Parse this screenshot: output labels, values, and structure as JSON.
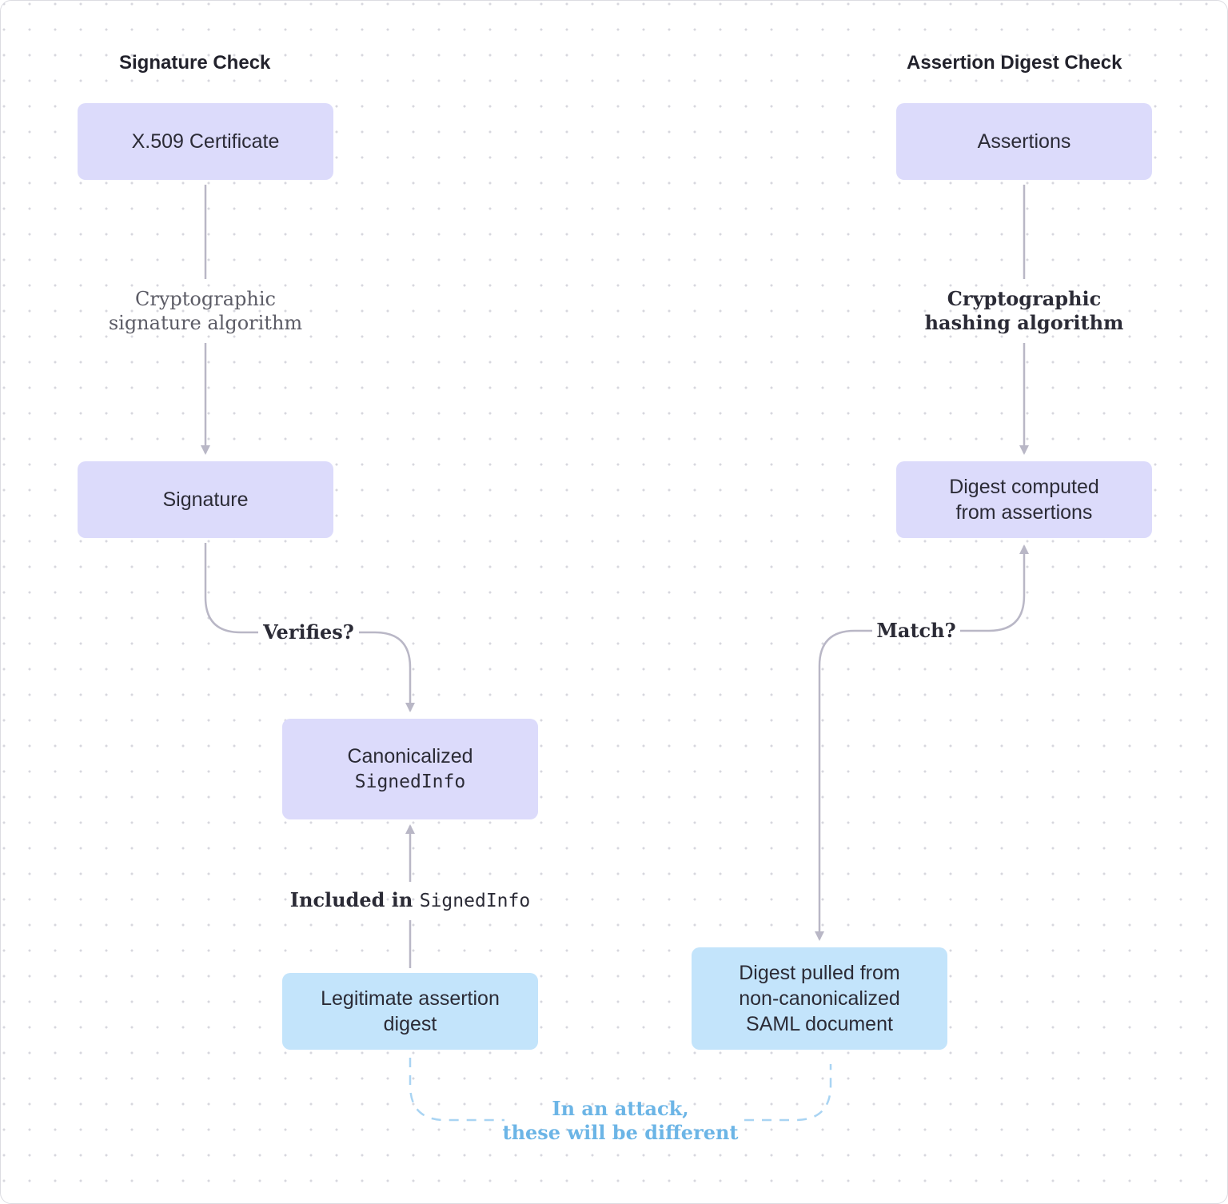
{
  "headings": {
    "left": "Signature Check",
    "right": "Assertion Digest Check"
  },
  "nodes": {
    "certificate": "X.509 Certificate",
    "signature": "Signature",
    "canonicalized": {
      "line1": "Canonicalized",
      "line2": "SignedInfo"
    },
    "legit_digest": {
      "line1": "Legitimate assertion",
      "line2": "digest"
    },
    "assertions": "Assertions",
    "digest_computed": {
      "line1": "Digest computed",
      "line2": "from assertions"
    },
    "digest_pulled": {
      "line1": "Digest pulled from",
      "line2": "non-canonicalized",
      "line3": "SAML document"
    }
  },
  "labels": {
    "sig_algo": {
      "line1": "Cryptographic",
      "line2": "signature algorithm"
    },
    "hash_algo": {
      "line1": "Cryptographic",
      "line2": "hashing algorithm"
    },
    "verifies": "Verifies?",
    "included": {
      "prefix": "Included in",
      "code": "SignedInfo"
    },
    "match": "Match?",
    "attack": {
      "line1": "In an attack,",
      "line2": "these will be different"
    }
  },
  "colors": {
    "node_purple": "#dcdbfb",
    "node_blue": "#c3e4fb",
    "connector": "#b9b7c6",
    "attack_text": "#6cb5e6",
    "dashed_connector": "#a9d4f3"
  }
}
